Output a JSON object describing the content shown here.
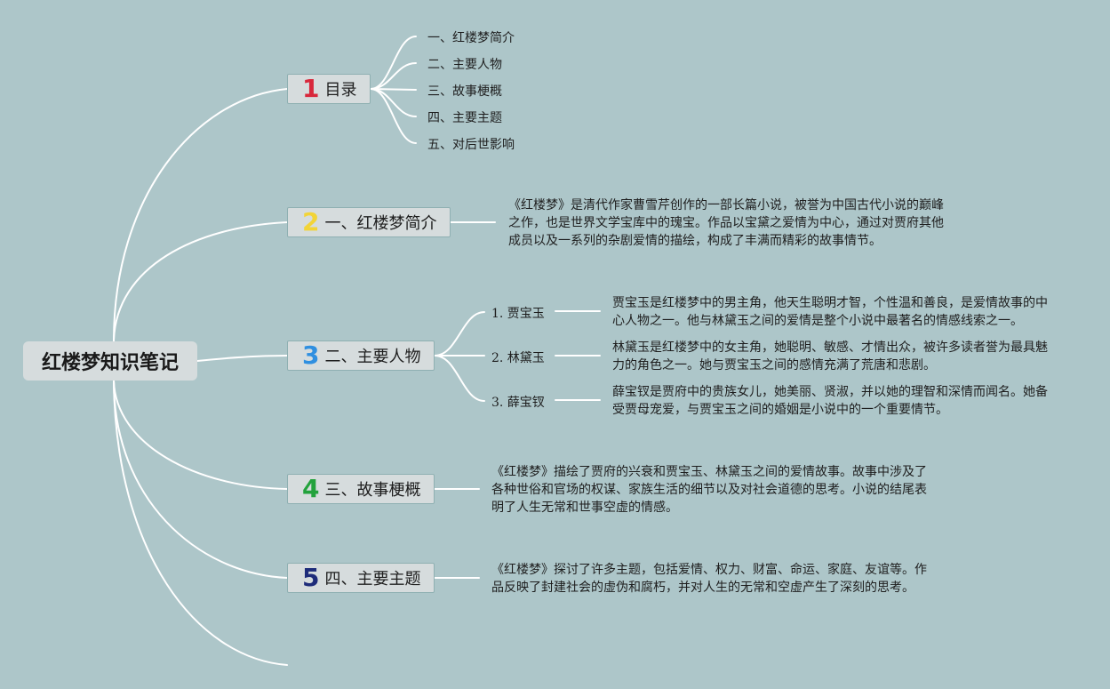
{
  "root": {
    "title": "红楼梦知识笔记"
  },
  "branches": [
    {
      "num": "1",
      "label": "目录",
      "num_color": "#d8283c"
    },
    {
      "num": "2",
      "label": "一、红楼梦简介",
      "num_color": "#f2d437"
    },
    {
      "num": "3",
      "label": "二、主要人物",
      "num_color": "#2f8fe0"
    },
    {
      "num": "4",
      "label": "三、故事梗概",
      "num_color": "#23a23c"
    },
    {
      "num": "5",
      "label": "四、主要主题",
      "num_color": "#1e2c7a"
    }
  ],
  "toc": [
    "一、红楼梦简介",
    "二、主要人物",
    "三、故事梗概",
    "四、主要主题",
    "五、对后世影响"
  ],
  "intro": "《红楼梦》是清代作家曹雪芹创作的一部长篇小说，被誉为中国古代小说的巅峰之作，也是世界文学宝库中的瑰宝。作品以宝黛之爱情为中心，通过对贾府其他成员以及一系列的杂剧爱情的描绘，构成了丰满而精彩的故事情节。",
  "characters": [
    {
      "name": "1. 贾宝玉",
      "desc": "贾宝玉是红楼梦中的男主角，他天生聪明才智，个性温和善良，是爱情故事的中心人物之一。他与林黛玉之间的爱情是整个小说中最著名的情感线索之一。"
    },
    {
      "name": "2. 林黛玉",
      "desc": "林黛玉是红楼梦中的女主角，她聪明、敏感、才情出众，被许多读者誉为最具魅力的角色之一。她与贾宝玉之间的感情充满了荒唐和悲剧。"
    },
    {
      "name": "3. 薛宝钗",
      "desc": "薛宝钗是贾府中的贵族女儿，她美丽、贤淑，并以她的理智和深情而闻名。她备受贾母宠爱，与贾宝玉之间的婚姻是小说中的一个重要情节。"
    }
  ],
  "plot": "《红楼梦》描绘了贾府的兴衰和贾宝玉、林黛玉之间的爱情故事。故事中涉及了各种世俗和官场的权谋、家族生活的细节以及对社会道德的思考。小说的结尾表明了人生无常和世事空虚的情感。",
  "themes": "《红楼梦》探讨了许多主题，包括爱情、权力、财富、命运、家庭、友谊等。作品反映了封建社会的虚伪和腐朽，并对人生的无常和空虚产生了深刻的思考。"
}
